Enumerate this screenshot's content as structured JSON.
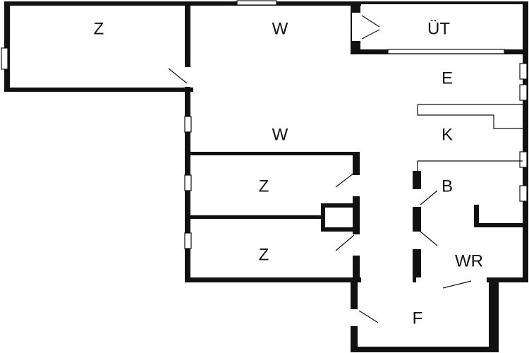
{
  "rooms": [
    {
      "id": "z1",
      "label": "Z"
    },
    {
      "id": "w1",
      "label": "W"
    },
    {
      "id": "ut",
      "label": "ÜT"
    },
    {
      "id": "e",
      "label": "E"
    },
    {
      "id": "w2",
      "label": "W"
    },
    {
      "id": "k",
      "label": "K"
    },
    {
      "id": "z2",
      "label": "Z"
    },
    {
      "id": "b",
      "label": "B"
    },
    {
      "id": "z3",
      "label": "Z"
    },
    {
      "id": "wr",
      "label": "WR"
    },
    {
      "id": "f",
      "label": "F"
    }
  ]
}
